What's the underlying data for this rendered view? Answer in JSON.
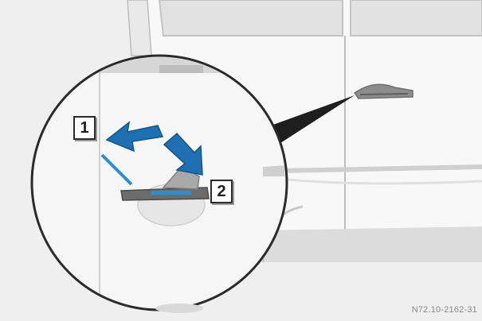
{
  "figure": {
    "callouts": [
      {
        "id": "1",
        "label": "1"
      },
      {
        "id": "2",
        "label": "2"
      }
    ],
    "reference_code": "N72.10-2162-31",
    "colors": {
      "background": "#efefef",
      "body_panel": "#f7f7f7",
      "trim_grey": "#cfcfcf",
      "arrow_blue": "#1f6fb3",
      "highlight_cyan": "#2d8fd1",
      "outline_dark": "#2b2b2b"
    },
    "icons": [
      "pull-arrow-icon",
      "rotate-arrow-icon"
    ]
  }
}
